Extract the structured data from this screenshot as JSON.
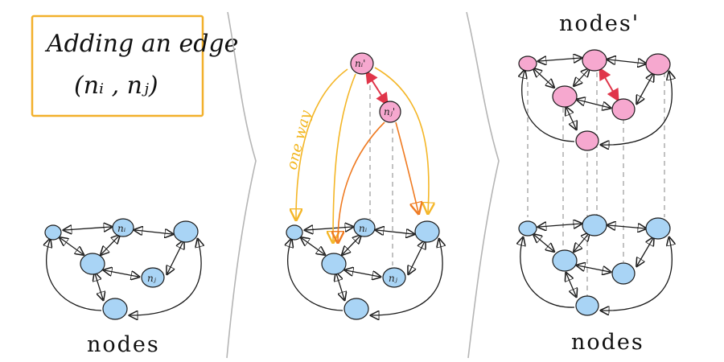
{
  "title": {
    "line1": "Adding an edge",
    "line2": "(nᵢ , nⱼ)"
  },
  "captions": {
    "left_bottom": "nodes",
    "right_top": "nodes'",
    "right_bottom": "nodes"
  },
  "labels": {
    "ni": "nᵢ",
    "nj": "nⱼ",
    "ni_prime": "nᵢ'",
    "nj_prime": "nⱼ'",
    "one_way": "one way"
  },
  "colors": {
    "node_blue": "#a9d4f5",
    "node_pink": "#f6a8cf",
    "edge_black": "#1a1a1a",
    "edge_red": "#e0354a",
    "edge_orange": "#ef7b22",
    "edge_yellow": "#f4b627",
    "title_box": "#f2b02b",
    "dashed_gray": "#9a9a9a",
    "divider_gray": "#b5b5b5"
  }
}
